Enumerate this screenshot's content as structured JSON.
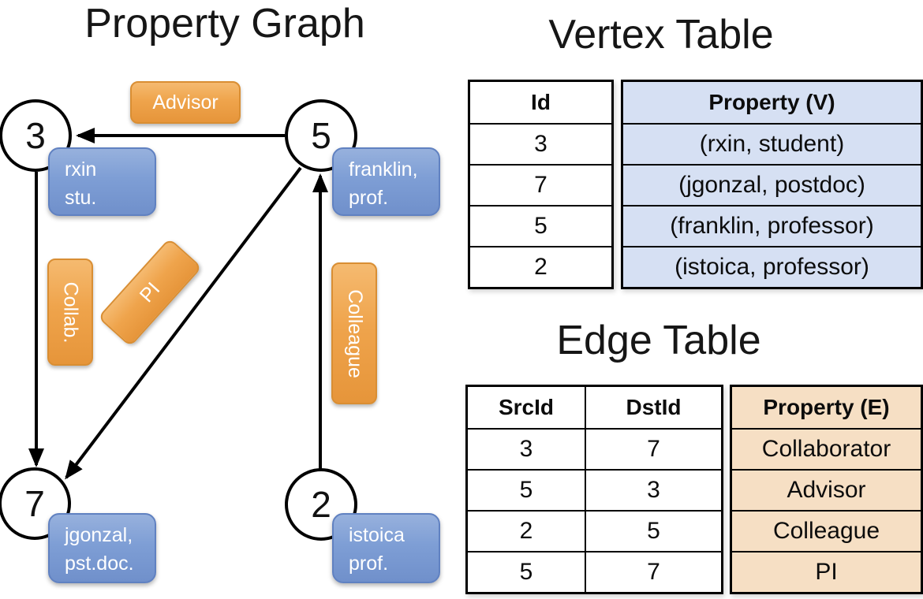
{
  "colors": {
    "edge_label_orange": "#EFA44C",
    "vertex_label_blue": "#7E9ED5",
    "vertex_cell_bg": "#D6E0F3",
    "edge_cell_bg": "#F6DFC4",
    "line_color": "#000000"
  },
  "graph": {
    "title": "Property Graph",
    "nodes": [
      {
        "id": "3",
        "prop_line1": "rxin",
        "prop_line2": "stu."
      },
      {
        "id": "5",
        "prop_line1": "franklin,",
        "prop_line2": "prof."
      },
      {
        "id": "7",
        "prop_line1": "jgonzal,",
        "prop_line2": "pst.doc."
      },
      {
        "id": "2",
        "prop_line1": "istoica",
        "prop_line2": "prof."
      }
    ],
    "edge_labels": [
      {
        "label": "Advisor"
      },
      {
        "label": "Collab."
      },
      {
        "label": "PI"
      },
      {
        "label": "Colleague"
      }
    ]
  },
  "vertex_table": {
    "title": "Vertex Table",
    "columns": {
      "id": "Id",
      "property": "Property (V)"
    },
    "rows": [
      {
        "id": "3",
        "property": "(rxin, student)"
      },
      {
        "id": "7",
        "property": "(jgonzal, postdoc)"
      },
      {
        "id": "5",
        "property": "(franklin, professor)"
      },
      {
        "id": "2",
        "property": "(istoica, professor)"
      }
    ]
  },
  "edge_table": {
    "title": "Edge Table",
    "columns": {
      "src": "SrcId",
      "dst": "DstId",
      "property": "Property (E)"
    },
    "rows": [
      {
        "src": "3",
        "dst": "7",
        "property": "Collaborator"
      },
      {
        "src": "5",
        "dst": "3",
        "property": "Advisor"
      },
      {
        "src": "2",
        "dst": "5",
        "property": "Colleague"
      },
      {
        "src": "5",
        "dst": "7",
        "property": "PI"
      }
    ]
  }
}
